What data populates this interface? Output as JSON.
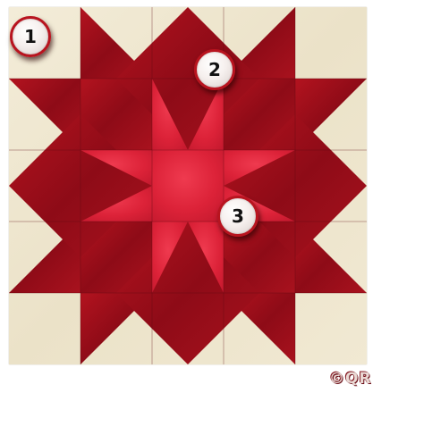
{
  "badges": {
    "piece_1": "1",
    "piece_2": "2",
    "piece_3": "3"
  },
  "watermark": "©QR",
  "colors": {
    "background_fabric": "#efe6cf",
    "star_points_dark_red": "#a8121f",
    "center_bright_red": "#e0283e",
    "badge_border": "#b8141f"
  }
}
